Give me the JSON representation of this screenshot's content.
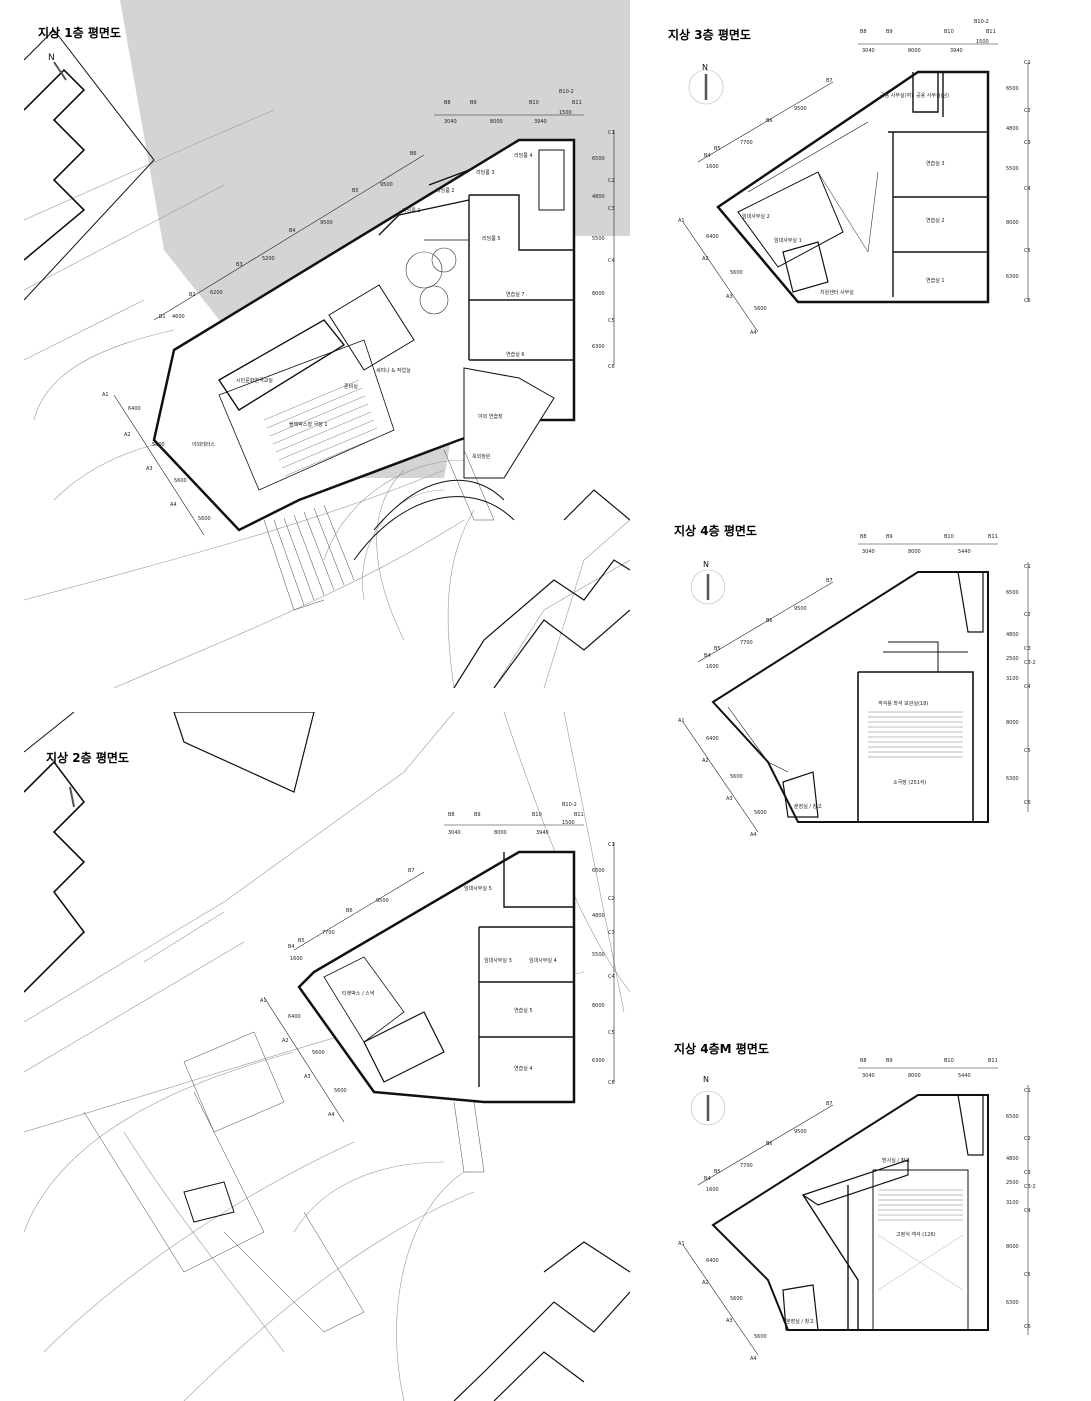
{
  "plans": [
    {
      "title": "지상 1층 평면도",
      "north": "N",
      "top_grid": [
        "B8",
        "B9",
        "B10",
        "B10-2",
        "B11"
      ],
      "top_dims": [
        "3040",
        "8000",
        "3940",
        "1500"
      ],
      "right_grid": [
        "C1",
        "C2",
        "C3",
        "C4",
        "C5",
        "C6"
      ],
      "right_dims": [
        "6500",
        "4800",
        "5500",
        "8000",
        "6300"
      ],
      "diag_grid": [
        "B1",
        "B2",
        "B3",
        "B4",
        "B5",
        "B6"
      ],
      "diag_dims": [
        "4600",
        "6200",
        "5200",
        "9500",
        "9500"
      ],
      "left_grid": [
        "A1",
        "A2",
        "A3",
        "A4"
      ],
      "left_dims": [
        "6400",
        "5600",
        "5600",
        "5600"
      ],
      "rooms": [
        "리딩룸 4",
        "리딩룸 3",
        "리딩룸 2",
        "리딩룸 1",
        "리딩룸 5",
        "연습실 7",
        "연습실 6",
        "시민문화연극교실",
        "세미나 &\n작업실",
        "준비실",
        "블랙박스형 극장 1",
        "야외 연습장",
        "옥외정원",
        "야외테라스"
      ]
    },
    {
      "title": "지상 2층 평면도",
      "north": "N",
      "top_grid": [
        "B8",
        "B9",
        "B10",
        "B10-2",
        "B11"
      ],
      "top_dims": [
        "3040",
        "8000",
        "3940",
        "1500"
      ],
      "right_grid": [
        "C1",
        "C2",
        "C3",
        "C4",
        "C5",
        "C6"
      ],
      "right_dims": [
        "6500",
        "4800",
        "5500",
        "8000",
        "6300"
      ],
      "diag_grid": [
        "B4",
        "B5",
        "B6",
        "B7"
      ],
      "diag_dims": [
        "1600",
        "7700",
        "9500"
      ],
      "left_grid": [
        "A1",
        "A2",
        "A3",
        "A4"
      ],
      "left_dims": [
        "6400",
        "5600",
        "5600"
      ],
      "rooms": [
        "임대사무실 5",
        "임대사무실 3",
        "임대사무실 4",
        "연습실 5",
        "연습실 4",
        "티켓박스 / 스낵"
      ]
    },
    {
      "title": "지상 3층 평면도",
      "north": "N",
      "top_grid": [
        "B8",
        "B9",
        "B10",
        "B10-2",
        "B11"
      ],
      "top_dims": [
        "3040",
        "8000",
        "3940",
        "1500"
      ],
      "right_grid": [
        "C1",
        "C2",
        "C3",
        "C4",
        "C5",
        "C6"
      ],
      "right_dims": [
        "6500",
        "4800",
        "5500",
        "8000",
        "6300"
      ],
      "diag_grid": [
        "B4",
        "B5",
        "B6",
        "B7"
      ],
      "diag_dims": [
        "1600",
        "7700",
        "9500"
      ],
      "left_grid": [
        "A1",
        "A2",
        "A3",
        "A4"
      ],
      "left_dims": [
        "6400",
        "5600",
        "5600"
      ],
      "rooms": [
        "공용\n사무실(여)",
        "공용\n사무실(남)",
        "연습실 3",
        "연습실 2",
        "연습실 1",
        "임대사무실 2",
        "임대사무실 1",
        "지원센터 사무실"
      ]
    },
    {
      "title": "지상 4층 평면도",
      "north": "N",
      "top_grid": [
        "B8",
        "B9",
        "B10",
        "B11"
      ],
      "top_dims": [
        "3040",
        "8000",
        "5440"
      ],
      "right_grid": [
        "C1",
        "C2",
        "C3",
        "C3-2",
        "C4",
        "C5",
        "C6"
      ],
      "right_dims": [
        "6500",
        "4800",
        "2500",
        "3100",
        "8000",
        "6300"
      ],
      "diag_grid": [
        "B4",
        "B5",
        "B6",
        "B7"
      ],
      "diag_dims": [
        "1600",
        "7700",
        "9500"
      ],
      "left_grid": [
        "A1",
        "A2",
        "A3",
        "A4"
      ],
      "left_dims": [
        "6400",
        "5600",
        "5600"
      ],
      "rooms": [
        "객석용 좌석 보관실(18)",
        "소극장 (251석)",
        "분장실 / 창고"
      ]
    },
    {
      "title": "지상 4층M 평면도",
      "north": "N",
      "top_grid": [
        "B8",
        "B9",
        "B10",
        "B11"
      ],
      "top_dims": [
        "3040",
        "8000",
        "5440"
      ],
      "right_grid": [
        "C1",
        "C2",
        "C3",
        "C3-2",
        "C4",
        "C5",
        "C6"
      ],
      "right_dims": [
        "6500",
        "4800",
        "2500",
        "3100",
        "8000",
        "6300"
      ],
      "diag_grid": [
        "B4",
        "B5",
        "B6",
        "B7"
      ],
      "diag_dims": [
        "1600",
        "7700",
        "9500"
      ],
      "left_grid": [
        "A1",
        "A2",
        "A3",
        "A4"
      ],
      "left_dims": [
        "6400",
        "5600",
        "5600"
      ],
      "rooms": [
        "방사실 / 창고",
        "고정식 객석 (126)",
        "분장실 / 창고"
      ]
    }
  ]
}
